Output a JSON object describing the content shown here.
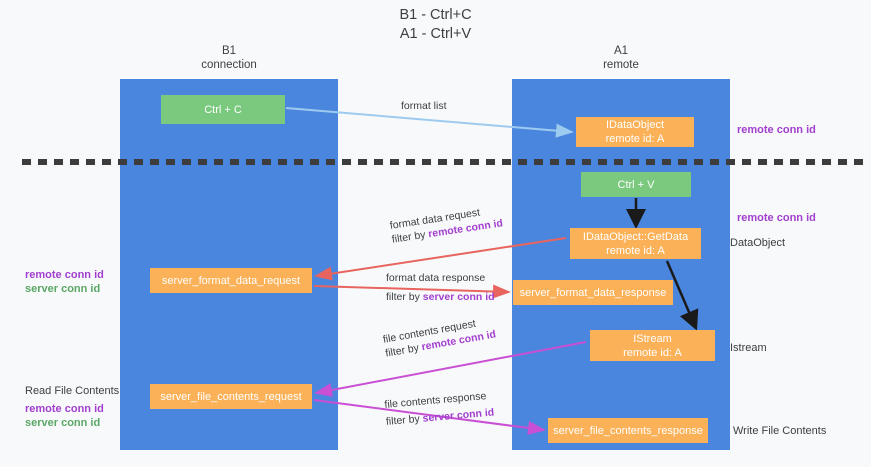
{
  "title": {
    "line1": "B1 - Ctrl+C",
    "line2": "A1 - Ctrl+V"
  },
  "columns": [
    {
      "id": "b1",
      "name": "B1",
      "sub": "connection"
    },
    {
      "id": "a1",
      "name": "A1",
      "sub": "remote"
    }
  ],
  "boxes": {
    "ctrl_c": {
      "label": "Ctrl + C",
      "color": "#7bc97f"
    },
    "ctrl_v": {
      "label": "Ctrl + V",
      "color": "#7bc97f"
    },
    "idataobject": {
      "line1": "IDataObject",
      "line2": "remote id: A",
      "color": "#fbb158"
    },
    "getdata": {
      "line1": "IDataObject::GetData",
      "line2": "remote id: A",
      "color": "#fbb158"
    },
    "istream": {
      "line1": "IStream",
      "line2": "remote id: A",
      "color": "#fbb158"
    },
    "server_format_data_request": {
      "label": "server_format_data_request",
      "color": "#fbb158"
    },
    "server_format_data_response": {
      "label": "server_format_data_response",
      "color": "#fbb158"
    },
    "server_file_contents_request": {
      "label": "server_file_contents_request",
      "color": "#fbb158"
    },
    "server_file_contents_response": {
      "label": "server_file_contents_response",
      "color": "#fbb158"
    }
  },
  "edges": {
    "format_list": {
      "label": "format list",
      "color": "#9dcbf0"
    },
    "format_data_request": {
      "line1": "format data request",
      "filter_prefix": "filter by ",
      "filter_key": "remote conn id",
      "color": "#e8655f"
    },
    "format_data_response": {
      "line1": "format data response",
      "filter_prefix": "filter by ",
      "filter_key": "server conn id",
      "color": "#e8655f"
    },
    "file_contents_request": {
      "line1": "file contents request",
      "filter_prefix": "filter by ",
      "filter_key": "remote conn id",
      "color": "#c94fd4"
    },
    "file_contents_response": {
      "line1": "file contents response",
      "filter_prefix": "filter by ",
      "filter_key": "server conn id",
      "color": "#c94fd4"
    }
  },
  "annotations": {
    "right_remote_conn_id_top": "remote conn id",
    "right_remote_conn_id_mid": "remote conn id",
    "right_dataobject": "DataObject",
    "right_istream": "Istream",
    "right_write_file_contents": "Write File Contents",
    "left_remote_conn_id_1": "remote conn id",
    "left_server_conn_id_1": "server conn id",
    "left_read_file_contents": "Read File Contents",
    "left_remote_conn_id_2": "remote conn id",
    "left_server_conn_id_2": "server conn id"
  },
  "colors": {
    "column": "#4a86de",
    "green_box": "#7bc97f",
    "orange_box": "#fbb158",
    "purple_text": "#a23fd0",
    "green_text": "#5aa765",
    "red_arrow": "#e8655f",
    "magenta_arrow": "#c94fd4",
    "blue_arrow": "#9dcbf0",
    "divider": "#3c3c3c",
    "background": "#f8f9fa"
  }
}
